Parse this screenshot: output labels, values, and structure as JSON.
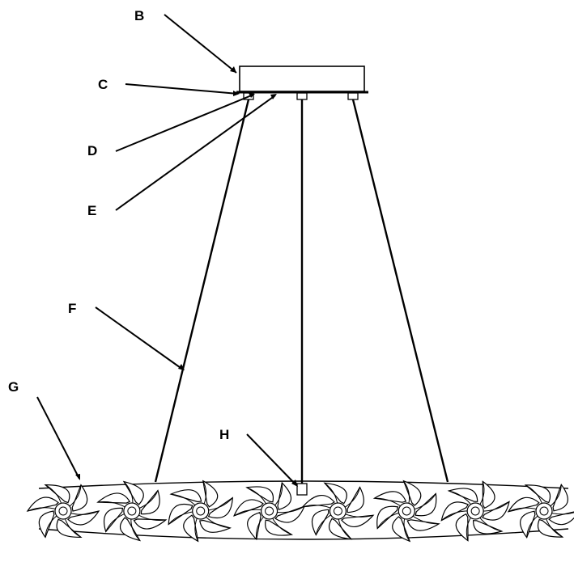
{
  "diagram": {
    "parts": [
      {
        "id": "B",
        "label": "B",
        "part": "canopy"
      },
      {
        "id": "C",
        "label": "C",
        "part": "canopy-rim"
      },
      {
        "id": "D",
        "label": "D",
        "part": "cable-gripper"
      },
      {
        "id": "E",
        "label": "E",
        "part": "canopy-base-plate"
      },
      {
        "id": "F",
        "label": "F",
        "part": "suspension-cable"
      },
      {
        "id": "G",
        "label": "G",
        "part": "crystal-flower-ring"
      },
      {
        "id": "H",
        "label": "H",
        "part": "center-cable-connector"
      }
    ],
    "suspension_cable_count": 3,
    "ring_flower_count": 8
  }
}
